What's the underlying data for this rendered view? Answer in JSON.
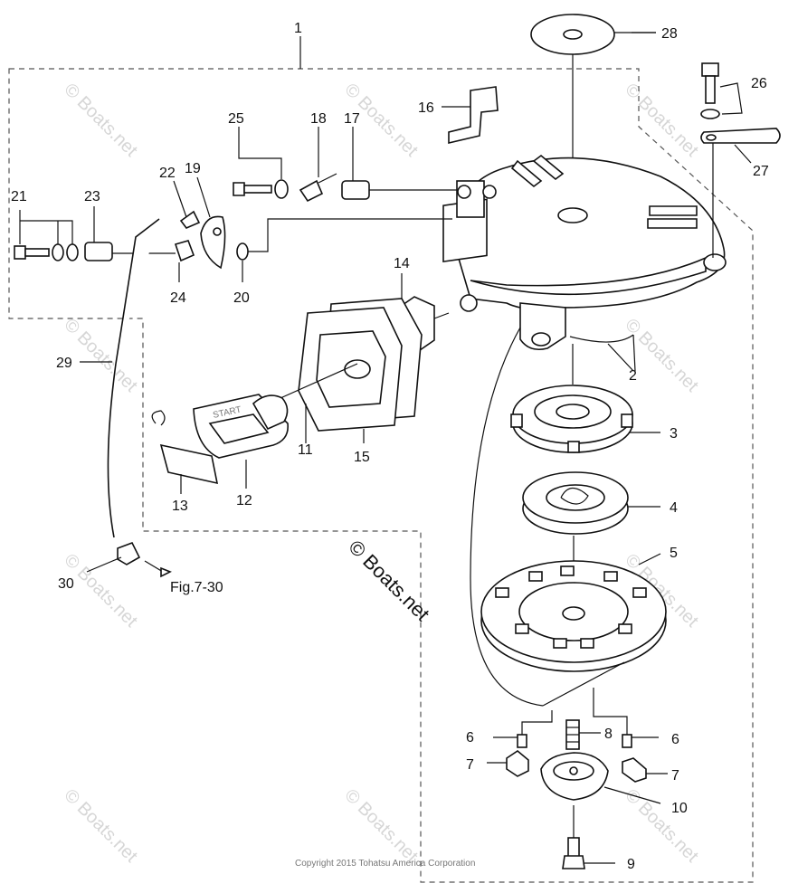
{
  "callouts": {
    "c1": "1",
    "c2": "2",
    "c3": "3",
    "c4": "4",
    "c5": "5",
    "c6a": "6",
    "c6b": "6",
    "c7a": "7",
    "c7b": "7",
    "c8": "8",
    "c9": "9",
    "c10": "10",
    "c11": "11",
    "c12": "12",
    "c13": "13",
    "c14": "14",
    "c15": "15",
    "c16": "16",
    "c17": "17",
    "c18": "18",
    "c19": "19",
    "c20": "20",
    "c21": "21",
    "c22": "22",
    "c23": "23",
    "c24": "24",
    "c25": "25",
    "c26": "26",
    "c27": "27",
    "c28": "28",
    "c29": "29",
    "c30": "30"
  },
  "reference": "Fig.7-30",
  "handle_text": "START",
  "watermark": "© Boats.net",
  "copyright": "Copyright 2015 Tohatsu America Corporation"
}
